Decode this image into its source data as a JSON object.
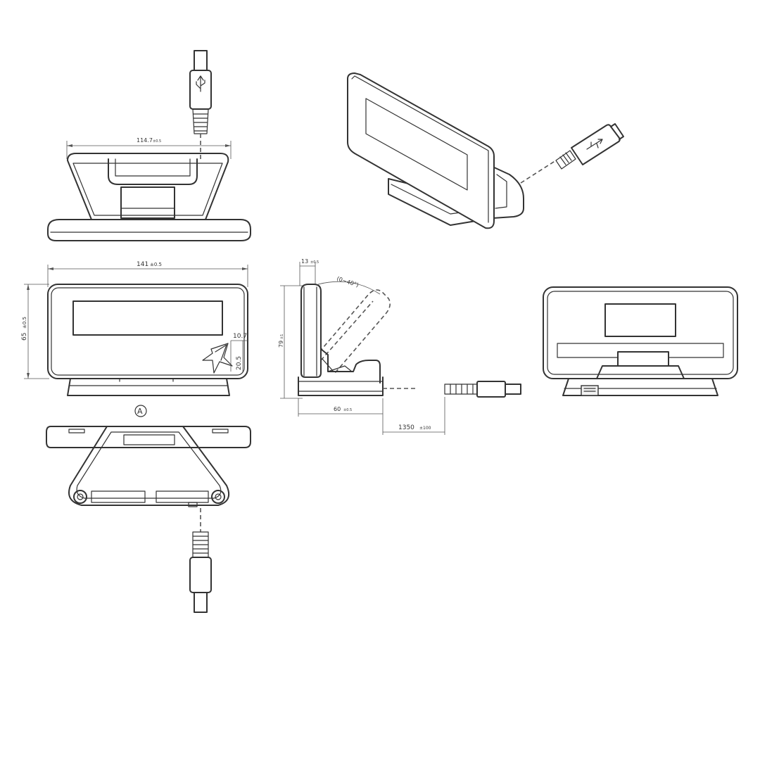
{
  "dimensions": {
    "top_view_width": {
      "value": "114.7",
      "tol": "±0.5"
    },
    "front_width": {
      "value": "141",
      "tol": "±0.5"
    },
    "front_height": {
      "value": "65",
      "tol": "±0.5"
    },
    "logo_offset_x": {
      "value": "10.7"
    },
    "logo_offset_y": {
      "value": "20.5"
    },
    "side_depth_top": {
      "value": "13",
      "tol": "±0.5"
    },
    "tilt_angle": {
      "value": "(0~40°)"
    },
    "side_height": {
      "value": "79",
      "tol": "±1"
    },
    "base_depth": {
      "value": "60",
      "tol": "±0.5"
    },
    "cable_length": {
      "value": "1350",
      "tol": "±100"
    }
  },
  "symbols": {
    "view_arrow": "A"
  },
  "icons": {
    "usb": "usb-trident-icon",
    "logo": "star-logo-icon"
  },
  "colors": {
    "line": "#333333",
    "background": "#ffffff"
  }
}
